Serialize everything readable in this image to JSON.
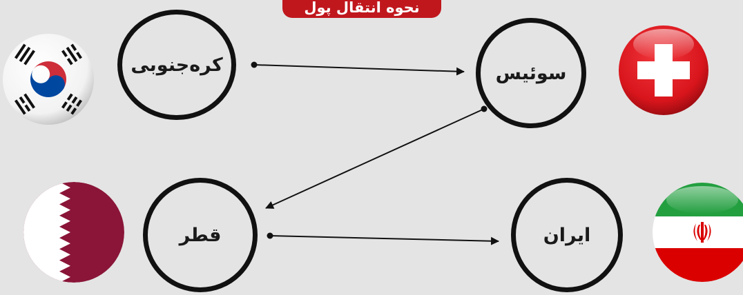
{
  "title": "نحوه انتقال پول",
  "nodes": {
    "south_korea": "کره‌جنوبی",
    "switzerland": "سوئیس",
    "qatar": "قطر",
    "iran": "ایران"
  },
  "flags": {
    "south_korea": "south-korea-flag-icon",
    "switzerland": "switzerland-flag-icon",
    "qatar": "qatar-flag-icon",
    "iran": "iran-flag-icon"
  },
  "colors": {
    "background": "#e4e4e4",
    "title_badge": "#c0171d",
    "ring": "#111111",
    "swiss_red": "#e0161d",
    "qatar_maroon": "#8a1538",
    "iran_green": "#239f40",
    "iran_red": "#da0000",
    "korea_red": "#cd2e3a",
    "korea_blue": "#0047a0"
  },
  "flows": [
    {
      "from": "کره‌جنوبی",
      "to": "سوئیس"
    },
    {
      "from": "سوئیس",
      "to": "قطر"
    },
    {
      "from": "قطر",
      "to": "ایران"
    }
  ]
}
